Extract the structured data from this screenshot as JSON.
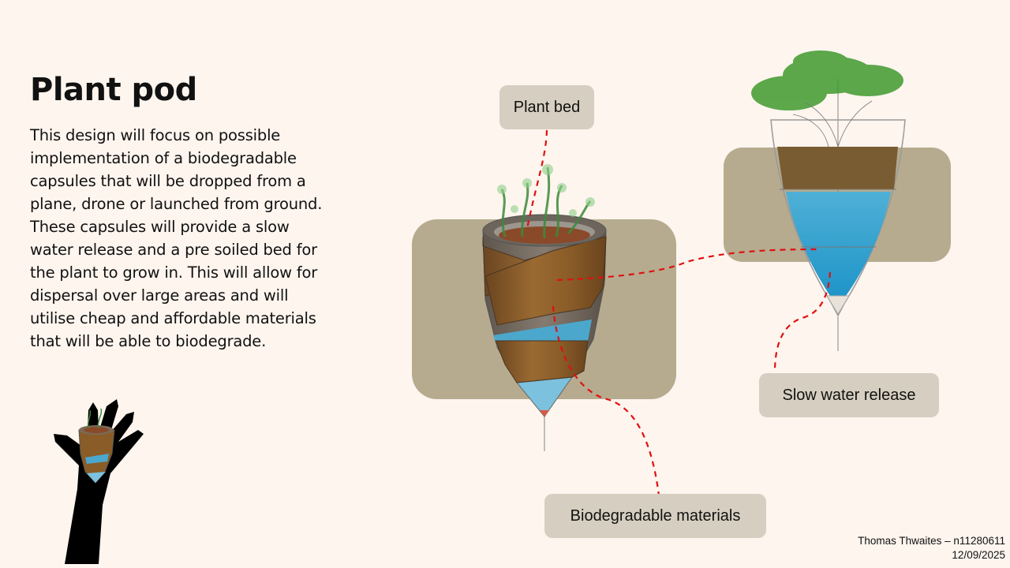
{
  "slide": {
    "title": "Plant pod",
    "description": "This design will focus on possible implementation of a biodegradable capsules that will be dropped from a plane, drone or launched from ground. These capsules will provide a slow water release and a pre soiled bed for the plant to grow in. This will allow for dispersal over large areas and will utilise cheap and affordable materials that will be able to biodegrade.",
    "footer": {
      "author_line": "Thomas Thwaites – n11280611",
      "date": "12/09/2025"
    }
  },
  "callouts": [
    {
      "label": "Plant bed"
    },
    {
      "label": "Slow water release"
    },
    {
      "label": "Biodegradable materials"
    }
  ],
  "colors": {
    "background": "#fdf5ee",
    "panel": "#b6ab8f",
    "callout_fill": "#d6cfc1",
    "leader_line": "#e01010",
    "wood": "#8a5e2a",
    "water": "#3aa0cc",
    "soil": "#7a5a30",
    "foliage": "#3f9a2e"
  }
}
